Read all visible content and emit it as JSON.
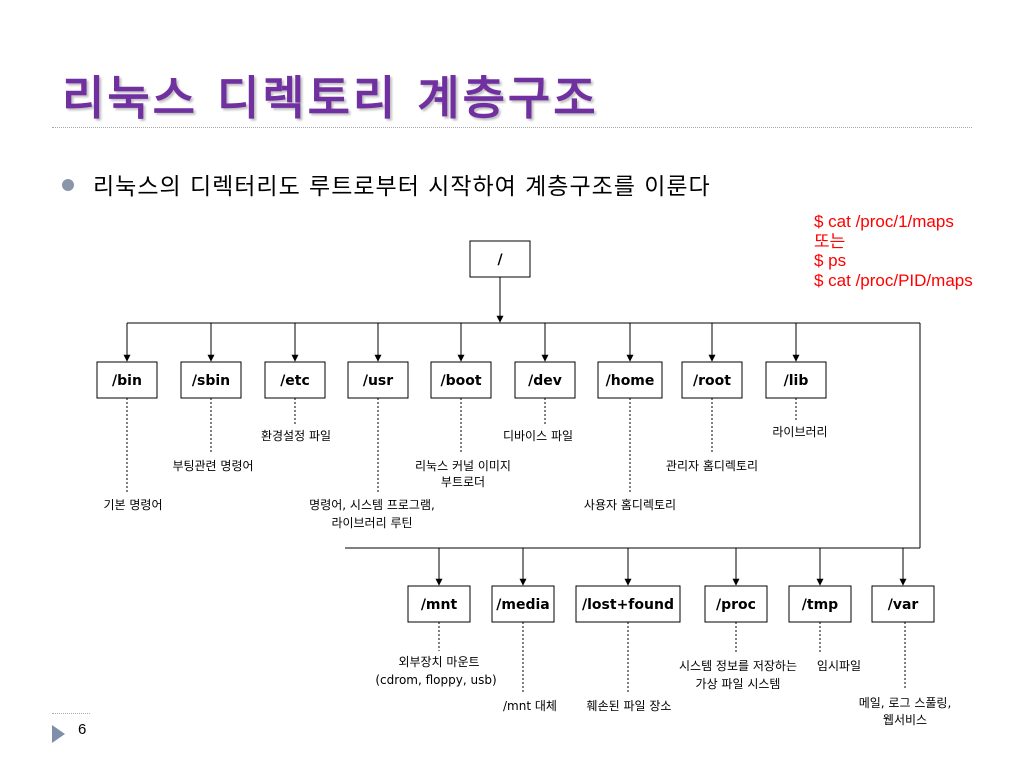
{
  "slide": {
    "title": "리눅스 디렉토리 계층구조",
    "bullet": "리눅스의 디렉터리도 루트로부터 시작하여 계층구조를 이룬다",
    "note_lines": [
      "$ cat /proc/1/maps",
      "또는",
      "$ ps",
      "$ cat /proc/PID/maps"
    ],
    "page_number": "6"
  },
  "tree": {
    "root": "/",
    "row1": [
      {
        "name": "/bin",
        "desc": [
          "기본 명령어"
        ]
      },
      {
        "name": "/sbin",
        "desc": [
          "부팅관련 명령어"
        ]
      },
      {
        "name": "/etc",
        "desc": [
          "환경설정 파일"
        ]
      },
      {
        "name": "/usr",
        "desc": [
          "명령어, 시스템 프로그램,",
          "라이브러리 루틴"
        ]
      },
      {
        "name": "/boot",
        "desc": [
          "리눅스 커널 이미지",
          "부트로더"
        ]
      },
      {
        "name": "/dev",
        "desc": [
          "디바이스 파일"
        ]
      },
      {
        "name": "/home",
        "desc": [
          "사용자 홈디렉토리"
        ]
      },
      {
        "name": "/root",
        "desc": [
          "관리자 홈디렉토리"
        ]
      },
      {
        "name": "/lib",
        "desc": [
          "라이브러리"
        ]
      }
    ],
    "row2": [
      {
        "name": "/mnt",
        "desc": [
          "외부장치 마운트",
          "(cdrom, floppy, usb)"
        ]
      },
      {
        "name": "/media",
        "desc": [
          "/mnt 대체"
        ]
      },
      {
        "name": "/lost+found",
        "desc": [
          "훼손된 파일 장소"
        ]
      },
      {
        "name": "/proc",
        "desc": [
          "시스템 정보를 저장하는",
          "가상 파일 시스템"
        ]
      },
      {
        "name": "/tmp",
        "desc": [
          "임시파일"
        ]
      },
      {
        "name": "/var",
        "desc": [
          "메일, 로그 스풀링,",
          "웹서비스"
        ]
      }
    ]
  },
  "colors": {
    "title": "#7030a0",
    "note": "#ff0000",
    "bullet": "#8c96aa",
    "page_arrow": "#7f8fa9"
  }
}
